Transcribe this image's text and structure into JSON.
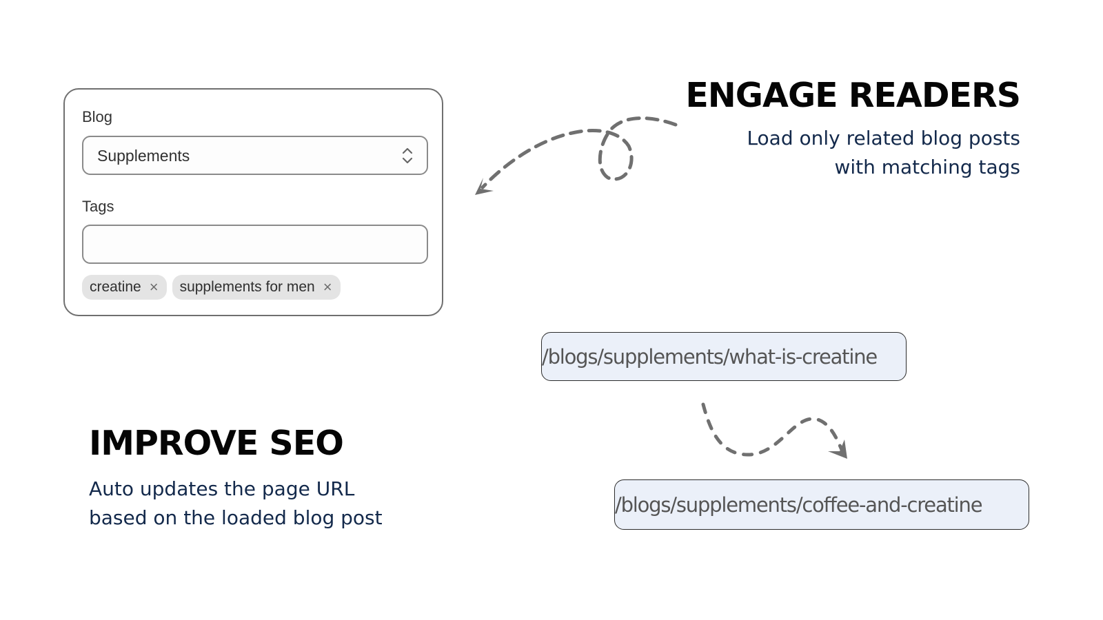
{
  "form_card": {
    "blog": {
      "label": "Blog",
      "selected_value": "Supplements",
      "icon": "chevron-up-down-icon"
    },
    "tags": {
      "label": "Tags",
      "input_value": "",
      "chips": [
        {
          "label": "creatine",
          "remove_icon": "×"
        },
        {
          "label": "supplements for men",
          "remove_icon": "×"
        }
      ]
    }
  },
  "engage": {
    "title": "ENGAGE READERS",
    "description_lines": [
      "Load only related blog posts",
      "with matching tags"
    ]
  },
  "seo": {
    "title": "IMPROVE SEO",
    "description_lines": [
      "Auto updates the page URL",
      "based on the loaded blog post"
    ]
  },
  "urls": {
    "before": "/blogs/supplements/what-is-creatine",
    "after": "/blogs/supplements/coffee-and-creatine"
  },
  "colors": {
    "heading": "#050505",
    "description": "#13294b",
    "arrow": "#707070",
    "url_background": "#ebf0f9",
    "chip_background": "#e4e4e4"
  }
}
